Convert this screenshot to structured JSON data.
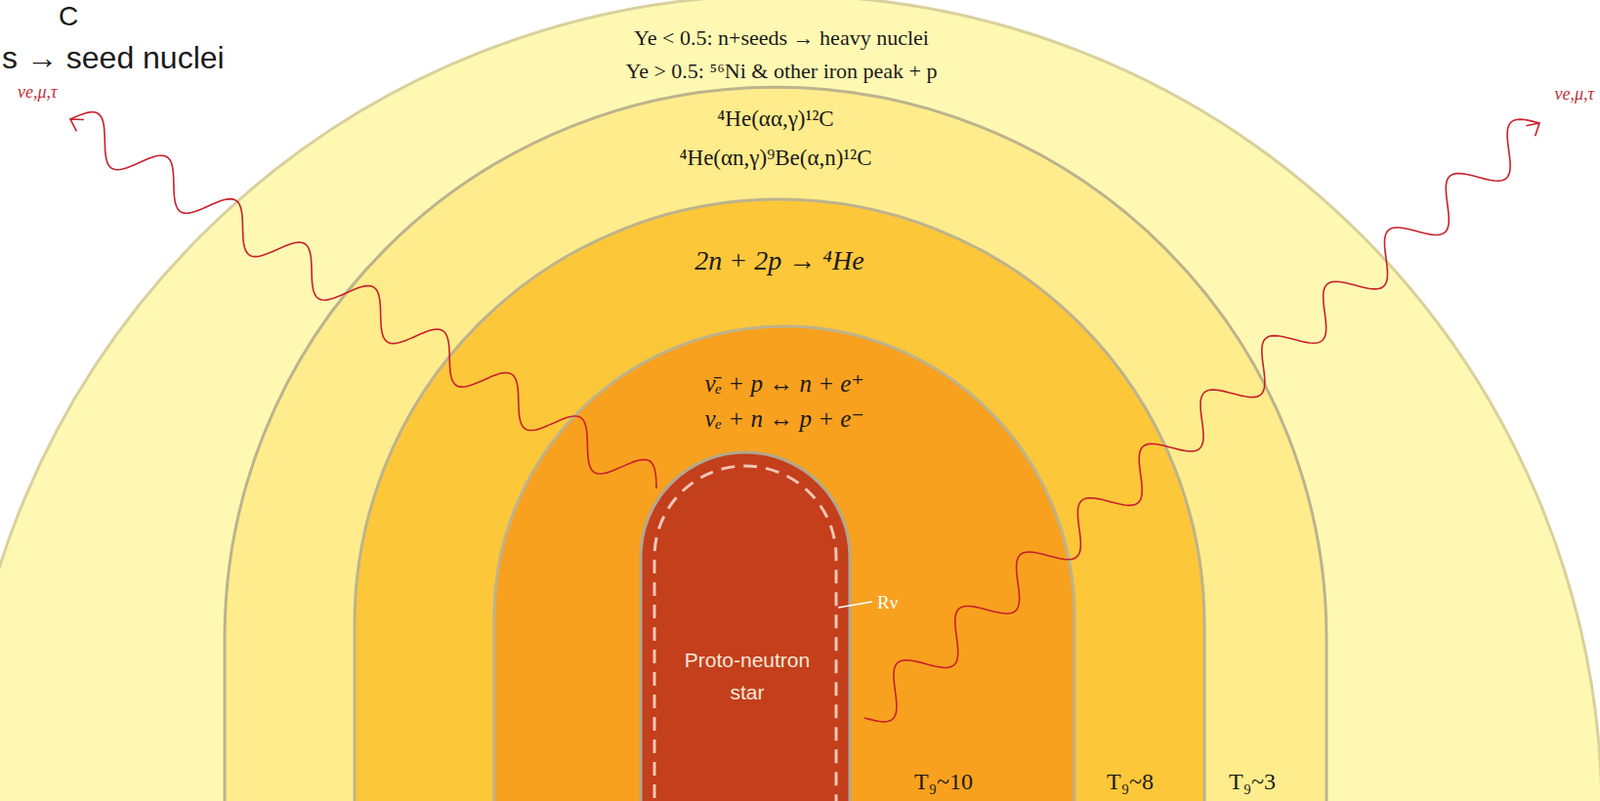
{
  "diagram": {
    "nodes": [
      {
        "text": [
          "Ye < 0.5: n+seeds → heavy nuclei",
          "Ye > 0.5: ⁵⁶Ni & other iron peak + p"
        ]
      },
      {
        "text": [
          "⁴He(αα,γ)¹²C",
          "⁴He(αn,γ)⁹Be(α,n)¹²C"
        ],
        "in": 0
      },
      {
        "text": [
          "2n + 2p → ⁴He"
        ],
        "in": 1
      },
      {
        "text": [
          "ν̄ₑ + p ↔ n + e⁺",
          "νₑ + n ↔ p + e⁻"
        ],
        "in": 2
      },
      {
        "text": [
          "Proto-neutron star"
        ],
        "in": 3
      }
    ],
    "labels": [
      "C",
      "s → seed nuclei",
      "νe,μ,τ",
      "νe,μ,τ",
      "Rν",
      "T₉~10",
      "T₉~8",
      "T₉~3"
    ]
  }
}
